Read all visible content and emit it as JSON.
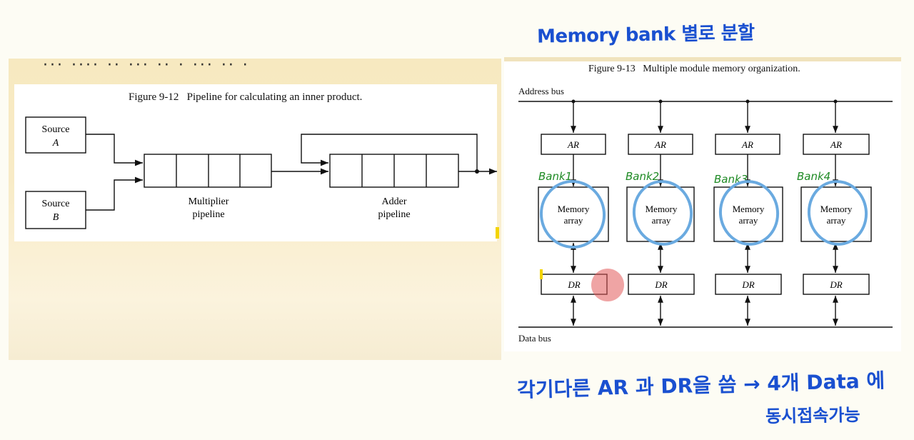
{
  "handwriting": {
    "top_note": "Memory bank 별로 분할",
    "bottom_note_line1": "각기다른 AR 과 DR을 씀 → 4개 Data 에",
    "bottom_note_line2": "동시접속가능"
  },
  "left_figure": {
    "caption": "Figure 9-12   Pipeline for calculating an inner product.",
    "source_a": {
      "line1": "Source",
      "line2": "A"
    },
    "source_b": {
      "line1": "Source",
      "line2": "B"
    },
    "multiplier_label": {
      "line1": "Multiplier",
      "line2": "pipeline"
    },
    "adder_label": {
      "line1": "Adder",
      "line2": "pipeline"
    }
  },
  "right_figure": {
    "caption": "Figure 9-13   Multiple module memory organization.",
    "address_bus": "Address bus",
    "data_bus": "Data bus",
    "banks": [
      {
        "bank_note": "Bank1",
        "ar": "AR",
        "mem_line1": "Memory",
        "mem_line2": "array",
        "dr": "DR"
      },
      {
        "bank_note": "Bank2",
        "ar": "AR",
        "mem_line1": "Memory",
        "mem_line2": "array",
        "dr": "DR"
      },
      {
        "bank_note": "Bank3",
        "ar": "AR",
        "mem_line1": "Memory",
        "mem_line2": "array",
        "dr": "DR"
      },
      {
        "bank_note": "Bank4",
        "ar": "AR",
        "mem_line1": "Memory",
        "mem_line2": "array",
        "dr": "DR"
      }
    ]
  },
  "colors": {
    "handwriting_blue": "#1a50d0",
    "annotation_green": "#1e8a24",
    "circle_blue": "#6aaae0",
    "pointer_red": "#e25a5a"
  }
}
